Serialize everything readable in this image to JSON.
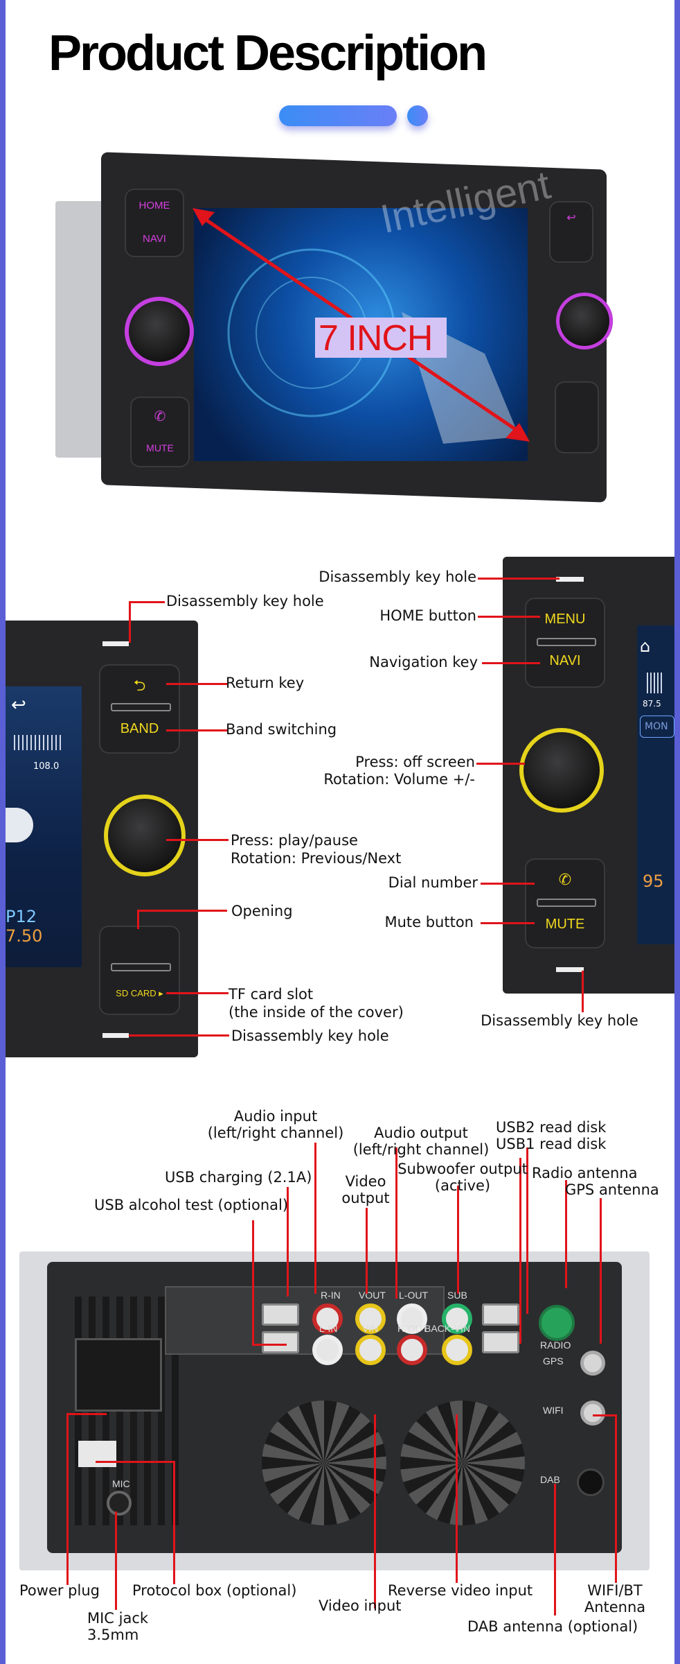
{
  "page": {
    "title": "Product Description",
    "colors": {
      "frame": "#5b5fd6",
      "accent_line": "#e0141a",
      "pill": "#3b8df5",
      "key_text": "#f2d91e",
      "hero_key_text": "#d63fe0"
    }
  },
  "hero": {
    "watermark": "Intelligent",
    "size_label": "7 INCH",
    "keys": [
      "HOME",
      "NAVI",
      "BACK",
      "MUTE"
    ]
  },
  "front_left": {
    "screen": {
      "freq": "108.0",
      "preset": "P12",
      "value": "7.50"
    },
    "keys": {
      "return_icon": "return-arrow-icon",
      "band": "BAND",
      "sd_card": "SD CARD"
    },
    "labels": {
      "top_hole": "Disassembly key hole",
      "return_key": "Return key",
      "band_switching": "Band switching",
      "press_play": "Press: play/pause",
      "rotation_prev_next": "Rotation: Previous/Next",
      "opening": "Opening",
      "tf_slot": "TF card slot",
      "tf_slot_note": "(the inside of the cover)",
      "bottom_hole": "Disassembly key hole"
    }
  },
  "front_right": {
    "screen": {
      "freq": "87.5",
      "mode": "MON",
      "value": "95"
    },
    "keys": {
      "menu": "MENU",
      "navi": "NAVI",
      "mute": "MUTE"
    },
    "labels": {
      "top_hole": "Disassembly key hole",
      "home_button": "HOME button",
      "navigation_key": "Navigation key",
      "press_off": "Press: off screen",
      "rotation_volume": "Rotation: Volume +/-",
      "dial_number": "Dial number",
      "mute_button": "Mute button",
      "bottom_hole": "Disassembly key hole"
    }
  },
  "rear": {
    "port_labels": {
      "ain": "R-IN",
      "lin": "L-IN",
      "vout": "VOUT",
      "vin": "VIN",
      "lout": "L-OUT",
      "rout": "R-OUT",
      "sub": "SUB",
      "back": "BACK-VIN",
      "radio": "RADIO",
      "gps": "GPS",
      "wifi": "WIFI",
      "dab": "DAB",
      "mic": "MIC"
    },
    "callouts": {
      "audio_input": "Audio input",
      "audio_input_note": "(left/right channel)",
      "usb_charging": "USB charging (2.1A)",
      "usb_alcohol": "USB alcohol test (optional)",
      "video_output_1": "Video",
      "video_output_2": "output",
      "audio_output": "Audio output",
      "audio_output_note": "(left/right channel)",
      "subwoofer": "Subwoofer output",
      "subwoofer_note": "(active)",
      "usb2": "USB2 read disk",
      "usb1": "USB1 read disk",
      "radio_antenna": "Radio antenna",
      "gps_antenna": "GPS antenna",
      "power_plug": "Power plug",
      "protocol_box": "Protocol box (optional)",
      "mic_jack_1": "MIC jack",
      "mic_jack_2": "3.5mm",
      "reverse_video": "Reverse video input",
      "video_input": "Video input",
      "wifi_bt_1": "WIFI/BT",
      "wifi_bt_2": "Antenna",
      "dab_antenna": "DAB antenna (optional)"
    }
  }
}
